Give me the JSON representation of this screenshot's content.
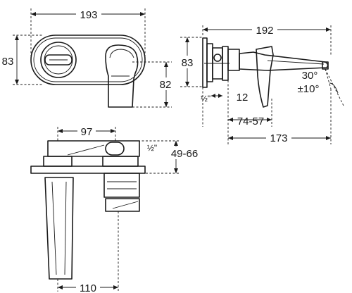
{
  "front_view": {
    "width_label": "193",
    "height_label": "83",
    "handle_drop_label": "82"
  },
  "side_view": {
    "projection_label": "192",
    "height_label": "83",
    "thread_label": "½\"",
    "plate_label": "12",
    "wall_range_label": "74-57",
    "overall_depth_label": "173",
    "angle_label": "30°",
    "angle_tolerance_label": "±10°"
  },
  "top_view": {
    "centre_label": "97",
    "thread_label": "½\"",
    "wall_depth_label": "49-66",
    "spout_offset_label": "110"
  }
}
